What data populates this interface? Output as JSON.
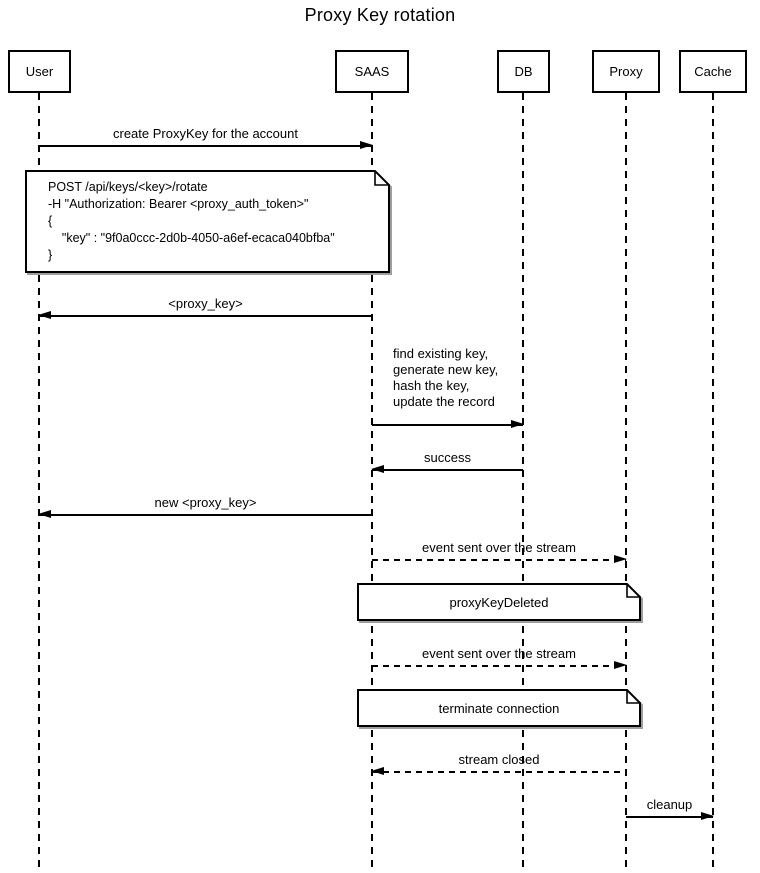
{
  "title": "Proxy Key rotation",
  "colors": {
    "background": "#ffffff",
    "stroke": "#000000",
    "text": "#000000"
  },
  "actors": [
    {
      "label": "User"
    },
    {
      "label": "SAAS"
    },
    {
      "label": "DB"
    },
    {
      "label": "Proxy"
    },
    {
      "label": "Cache"
    }
  ],
  "messages": [
    {
      "label": "create ProxyKey for the account",
      "from": "User",
      "to": "SAAS",
      "line": "solid"
    },
    {
      "label": "<proxy_key>",
      "from": "SAAS",
      "to": "User",
      "line": "solid"
    },
    {
      "label": "find existing key,\ngenerate new key,\nhash the key,\nupdate the record",
      "from": "SAAS",
      "to": "DB",
      "line": "solid"
    },
    {
      "label": "success",
      "from": "DB",
      "to": "SAAS",
      "line": "solid"
    },
    {
      "label": "new <proxy_key>",
      "from": "SAAS",
      "to": "User",
      "line": "solid"
    },
    {
      "label": "event sent over the stream",
      "from": "SAAS",
      "to": "Proxy",
      "line": "dashed"
    },
    {
      "label": "event sent over the stream",
      "from": "SAAS",
      "to": "Proxy",
      "line": "dashed"
    },
    {
      "label": "stream closed",
      "from": "Proxy",
      "to": "SAAS",
      "line": "dashed"
    },
    {
      "label": "cleanup",
      "from": "Proxy",
      "to": "Cache",
      "line": "solid"
    }
  ],
  "notes": [
    {
      "text": "POST /api/keys/<key>/rotate\n-H \"Authorization: Bearer <proxy_auth_token>\"\n{\n    \"key\" : \"9f0a0ccc-2d0b-4050-a6ef-ecaca040bfba\"\n}",
      "over": "User"
    },
    {
      "text": "proxyKeyDeleted",
      "over": "SAAS, Proxy"
    },
    {
      "text": "terminate connection",
      "over": "SAAS, Proxy"
    }
  ]
}
